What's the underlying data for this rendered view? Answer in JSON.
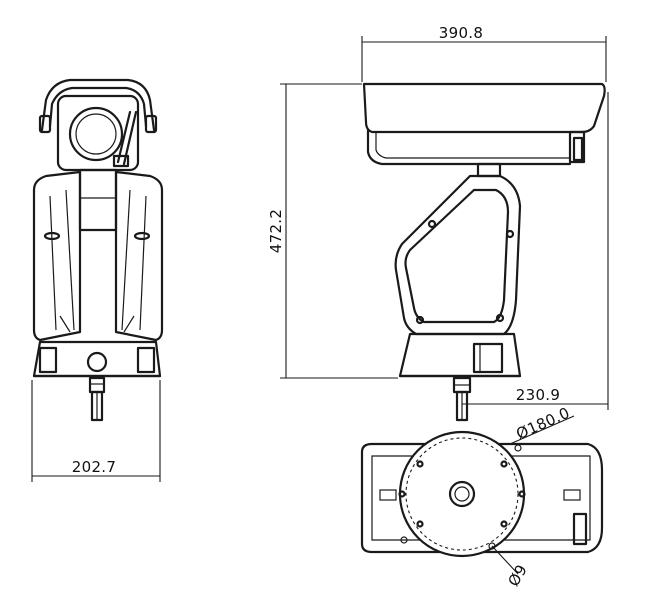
{
  "dimensions": {
    "top_width": "390.8",
    "height": "472.2",
    "front_width": "202.7",
    "depth": "230.9",
    "base_diameter": "Ø180.0",
    "hole_diameter": "Ø9"
  }
}
